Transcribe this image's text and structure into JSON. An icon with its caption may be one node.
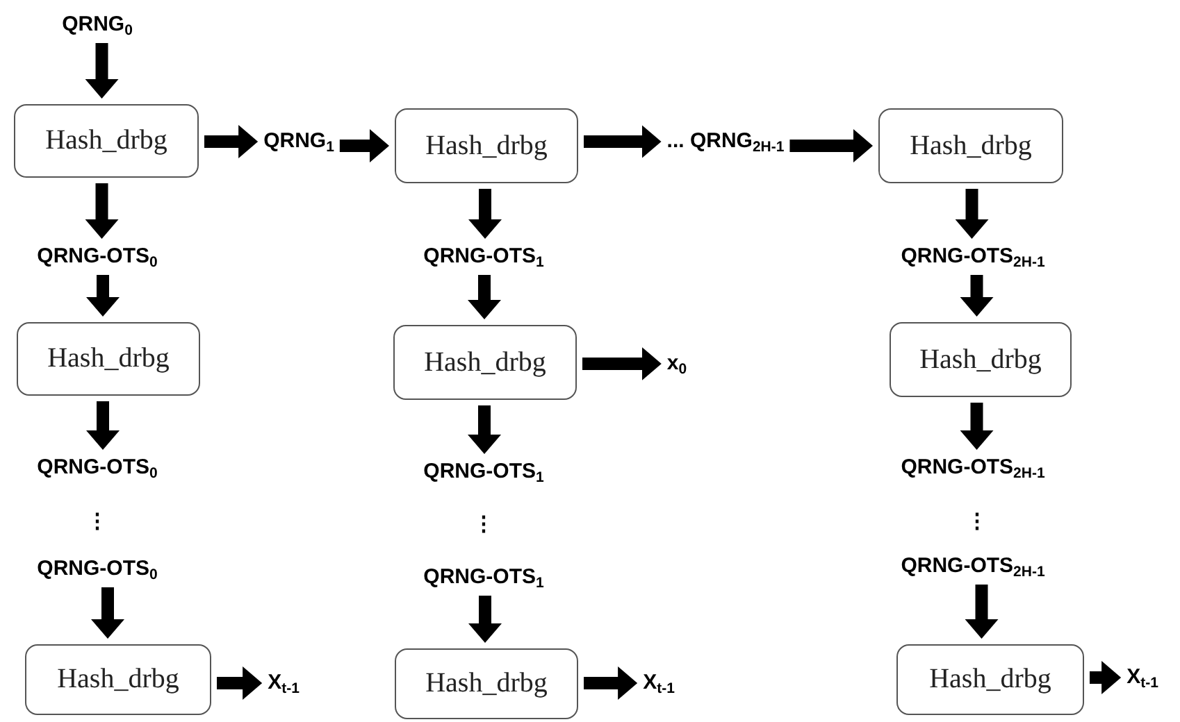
{
  "diagram": {
    "nodes": [
      {
        "text": [
          "QRNG$_{0}$"
        ]
      },
      {
        "text": [
          "Hash_drbg"
        ]
      },
      {
        "text": [
          "QRNG$_{1}$"
        ]
      },
      {
        "text": [
          "Hash_drbg"
        ]
      },
      {
        "text": [
          "... QRNG$_{2H-1}$"
        ]
      },
      {
        "text": [
          "Hash_drbg"
        ]
      },
      {
        "text": [
          "QRNG-OTS$_{0}$"
        ]
      },
      {
        "text": [
          "QRNG-OTS$_{1}$"
        ]
      },
      {
        "text": [
          "QRNG-OTS$_{2H-1}$"
        ]
      },
      {
        "text": [
          "Hash_drbg"
        ]
      },
      {
        "text": [
          "Hash_drbg"
        ]
      },
      {
        "text": [
          "x$_{0}$"
        ]
      },
      {
        "text": [
          "Hash_drbg"
        ]
      },
      {
        "text": [
          "QRNG-OTS$_{0}$"
        ]
      },
      {
        "text": [
          "QRNG-OTS$_{1}$"
        ]
      },
      {
        "text": [
          "QRNG-OTS$_{2H-1}$"
        ]
      },
      {
        "text": [
          "QRNG-OTS$_{0}$"
        ]
      },
      {
        "text": [
          "QRNG-OTS$_{1}$"
        ]
      },
      {
        "text": [
          "QRNG-OTS$_{2H-1}$"
        ]
      },
      {
        "text": [
          "Hash_drbg"
        ]
      },
      {
        "text": [
          "X$_{t-1}$"
        ]
      },
      {
        "text": [
          "Hash_drbg"
        ]
      },
      {
        "text": [
          "X$_{t-1}$"
        ]
      },
      {
        "text": [
          "Hash_drbg"
        ]
      },
      {
        "text": [
          "X$_{t-1}$"
        ]
      }
    ],
    "edges": [
      {
        "from": 0,
        "to": 1,
        "arrow": "to"
      },
      {
        "from": 1,
        "to": 2,
        "arrow": "to"
      },
      {
        "from": 2,
        "to": 3,
        "arrow": "to"
      },
      {
        "from": 3,
        "to": 4,
        "arrow": "to"
      },
      {
        "from": 4,
        "to": 5,
        "arrow": "to"
      },
      {
        "from": 1,
        "to": 6,
        "arrow": "to"
      },
      {
        "from": 3,
        "to": 7,
        "arrow": "to"
      },
      {
        "from": 5,
        "to": 8,
        "arrow": "to"
      },
      {
        "from": 6,
        "to": 9,
        "arrow": "to"
      },
      {
        "from": 7,
        "to": 10,
        "arrow": "to"
      },
      {
        "from": 8,
        "to": 12,
        "arrow": "to"
      },
      {
        "from": 10,
        "to": 11,
        "arrow": "to"
      },
      {
        "from": 9,
        "to": 13,
        "arrow": "to"
      },
      {
        "from": 10,
        "to": 14,
        "arrow": "to"
      },
      {
        "from": 12,
        "to": 15,
        "arrow": "to"
      },
      {
        "from": 16,
        "to": 19,
        "arrow": "to"
      },
      {
        "from": 17,
        "to": 21,
        "arrow": "to"
      },
      {
        "from": 18,
        "to": 23,
        "arrow": "to"
      },
      {
        "from": 19,
        "to": 20,
        "arrow": "to"
      },
      {
        "from": 21,
        "to": 22,
        "arrow": "to"
      },
      {
        "from": 23,
        "to": 24,
        "arrow": "to"
      }
    ],
    "labels": [
      "⋮",
      "⋮",
      "⋮"
    ]
  }
}
